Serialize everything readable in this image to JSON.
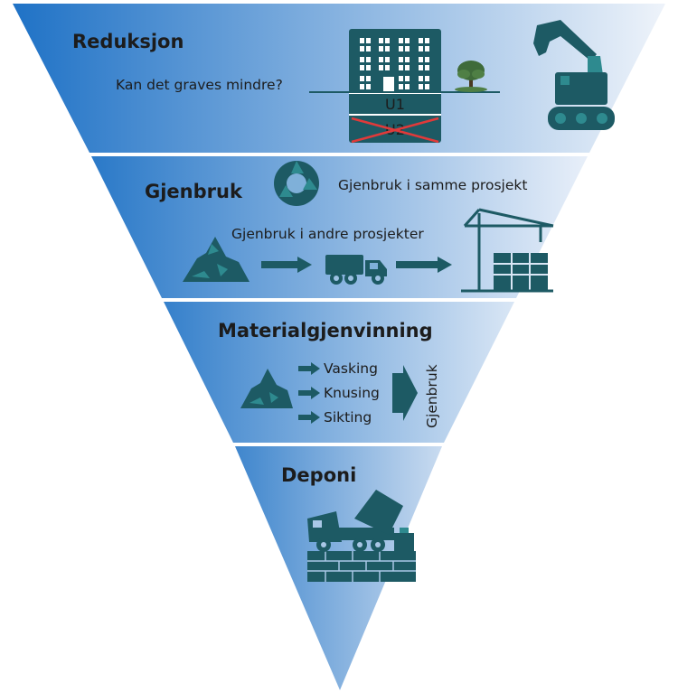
{
  "colors": {
    "gradient_left": "#1f72c6",
    "gradient_right": "#eef3fa",
    "icon_teal": "#1d5a64",
    "icon_teal_light": "#2e8a8f",
    "separator": "#ffffff",
    "text": "#1c1c1c",
    "cross_red": "#e03a3a"
  },
  "levels": [
    {
      "title": "Reduksjon",
      "subtitle": "Kan det graves mindre?",
      "building_floors": [
        "U1",
        "U2"
      ],
      "icons": [
        "building-icon",
        "tree-icon",
        "excavator-icon"
      ]
    },
    {
      "title": "Gjenbruk",
      "line1": "Gjenbruk i samme prosjekt",
      "line2": "Gjenbruk i andre prosjekter",
      "icons": [
        "recycle-icon",
        "rock-pile-icon",
        "arrow-icon",
        "dump-truck-icon",
        "arrow-icon",
        "crane-building-icon"
      ]
    },
    {
      "title": "Materialgjenvinning",
      "steps": [
        "Vasking",
        "Knusing",
        "Sikting"
      ],
      "result": "Gjenbruk",
      "icons": [
        "rock-pile-icon",
        "arrow-icon",
        "big-arrow-icon"
      ]
    },
    {
      "title": "Deponi",
      "icons": [
        "dump-truck-tipping-icon",
        "brick-wall-icon"
      ]
    }
  ]
}
